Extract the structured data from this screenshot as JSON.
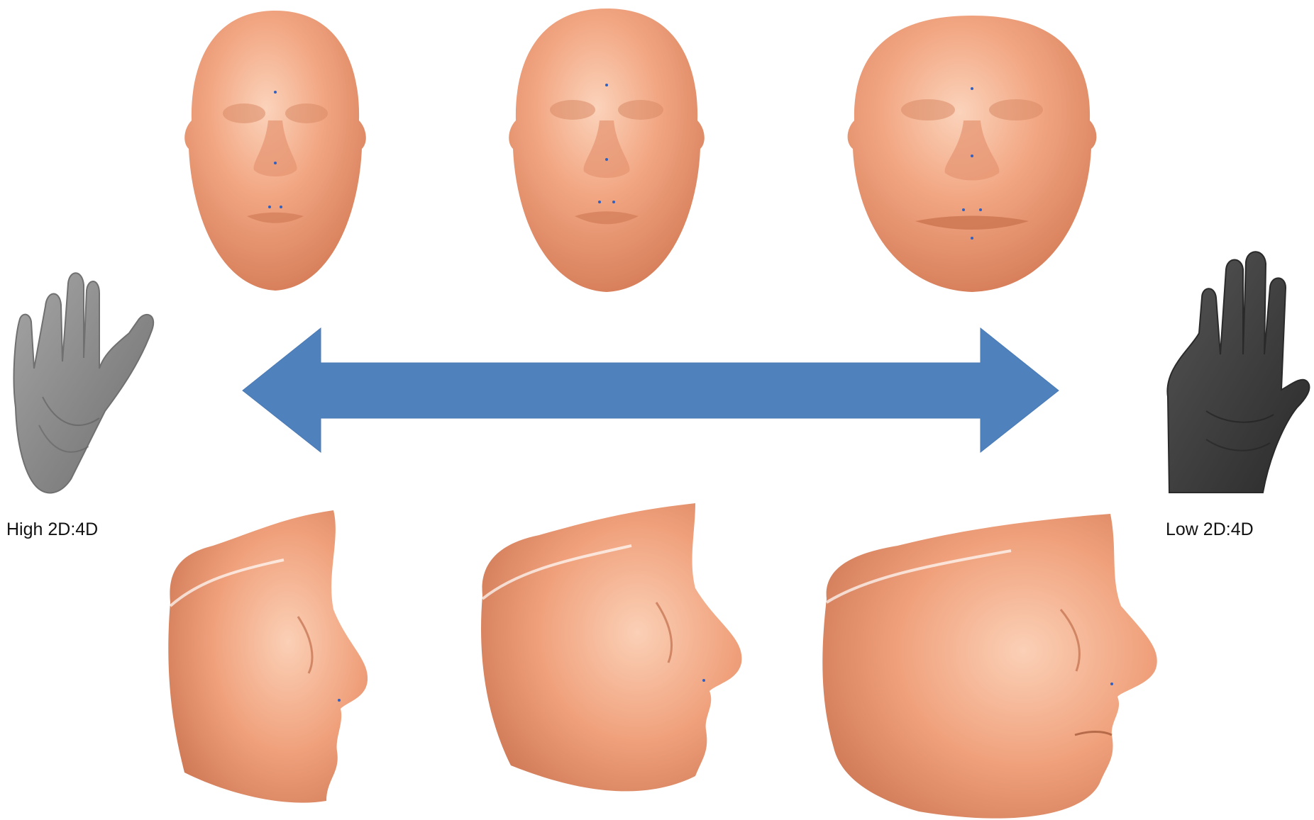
{
  "labels": {
    "high": "High 2D:4D",
    "low": "Low 2D:4D"
  },
  "colors": {
    "skin": "#f0a07c",
    "skin_light": "#f9c9ad",
    "skin_shadow": "#c8704e",
    "arrow": "#4f81bd",
    "hand_left": "#8a8a8a",
    "hand_right": "#3a3a3a",
    "landmark": "#3060c0"
  },
  "faces": {
    "frontal": [
      "face-frontal-high",
      "face-frontal-mid",
      "face-frontal-low"
    ],
    "profile": [
      "face-profile-high",
      "face-profile-mid",
      "face-profile-low"
    ]
  },
  "icons": [
    "hand-left-icon",
    "hand-right-icon",
    "double-arrow-icon"
  ]
}
